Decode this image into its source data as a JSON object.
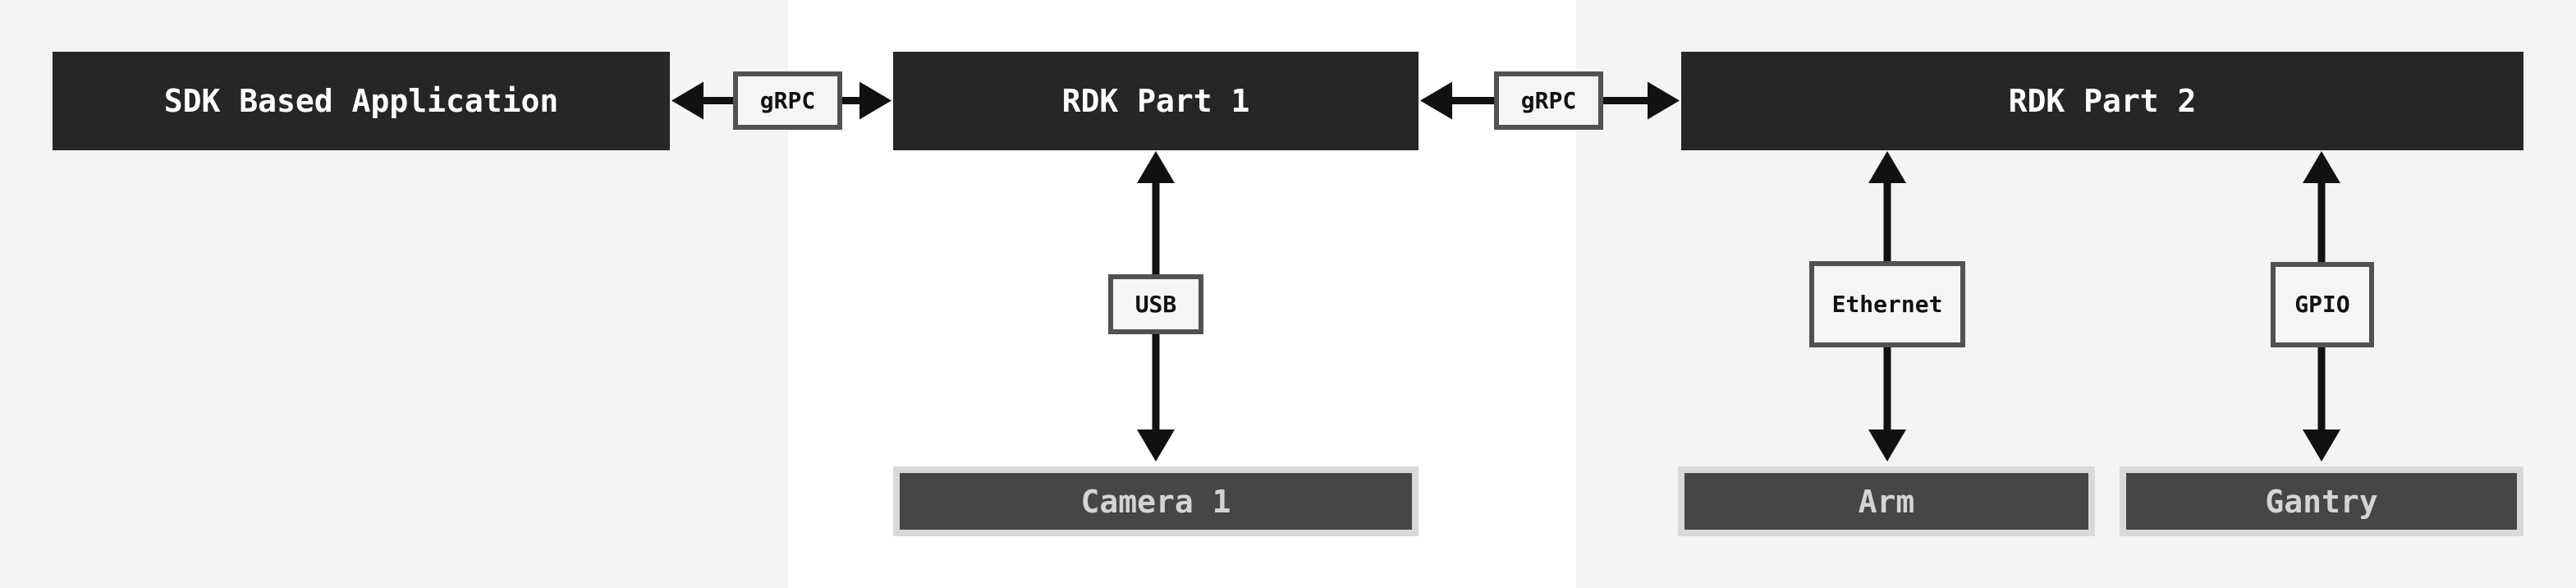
{
  "nodes": {
    "sdk_app": {
      "label": "SDK Based Application"
    },
    "rdk_part_1": {
      "label": "RDK Part 1"
    },
    "rdk_part_2": {
      "label": "RDK Part 2"
    },
    "camera_1": {
      "label": "Camera 1"
    },
    "arm": {
      "label": "Arm"
    },
    "gantry": {
      "label": "Gantry"
    }
  },
  "connectors": {
    "grpc_1": {
      "label": "gRPC"
    },
    "grpc_2": {
      "label": "gRPC"
    },
    "usb": {
      "label": "USB"
    },
    "ethernet": {
      "label": "Ethernet"
    },
    "gpio": {
      "label": "GPIO"
    }
  },
  "colors": {
    "page_background": "#f4f4f4",
    "panel_background": "#ffffff",
    "primary_node_background": "#262626",
    "primary_node_text": "#ffffff",
    "subnode_background": "#464646",
    "subnode_frame": "#d9d9d9",
    "subnode_text": "#d4d4d4",
    "connector_label_background": "#f5f5f5",
    "connector_label_border": "#515151",
    "connector_label_text": "#111111",
    "arrow_color": "#111111"
  }
}
